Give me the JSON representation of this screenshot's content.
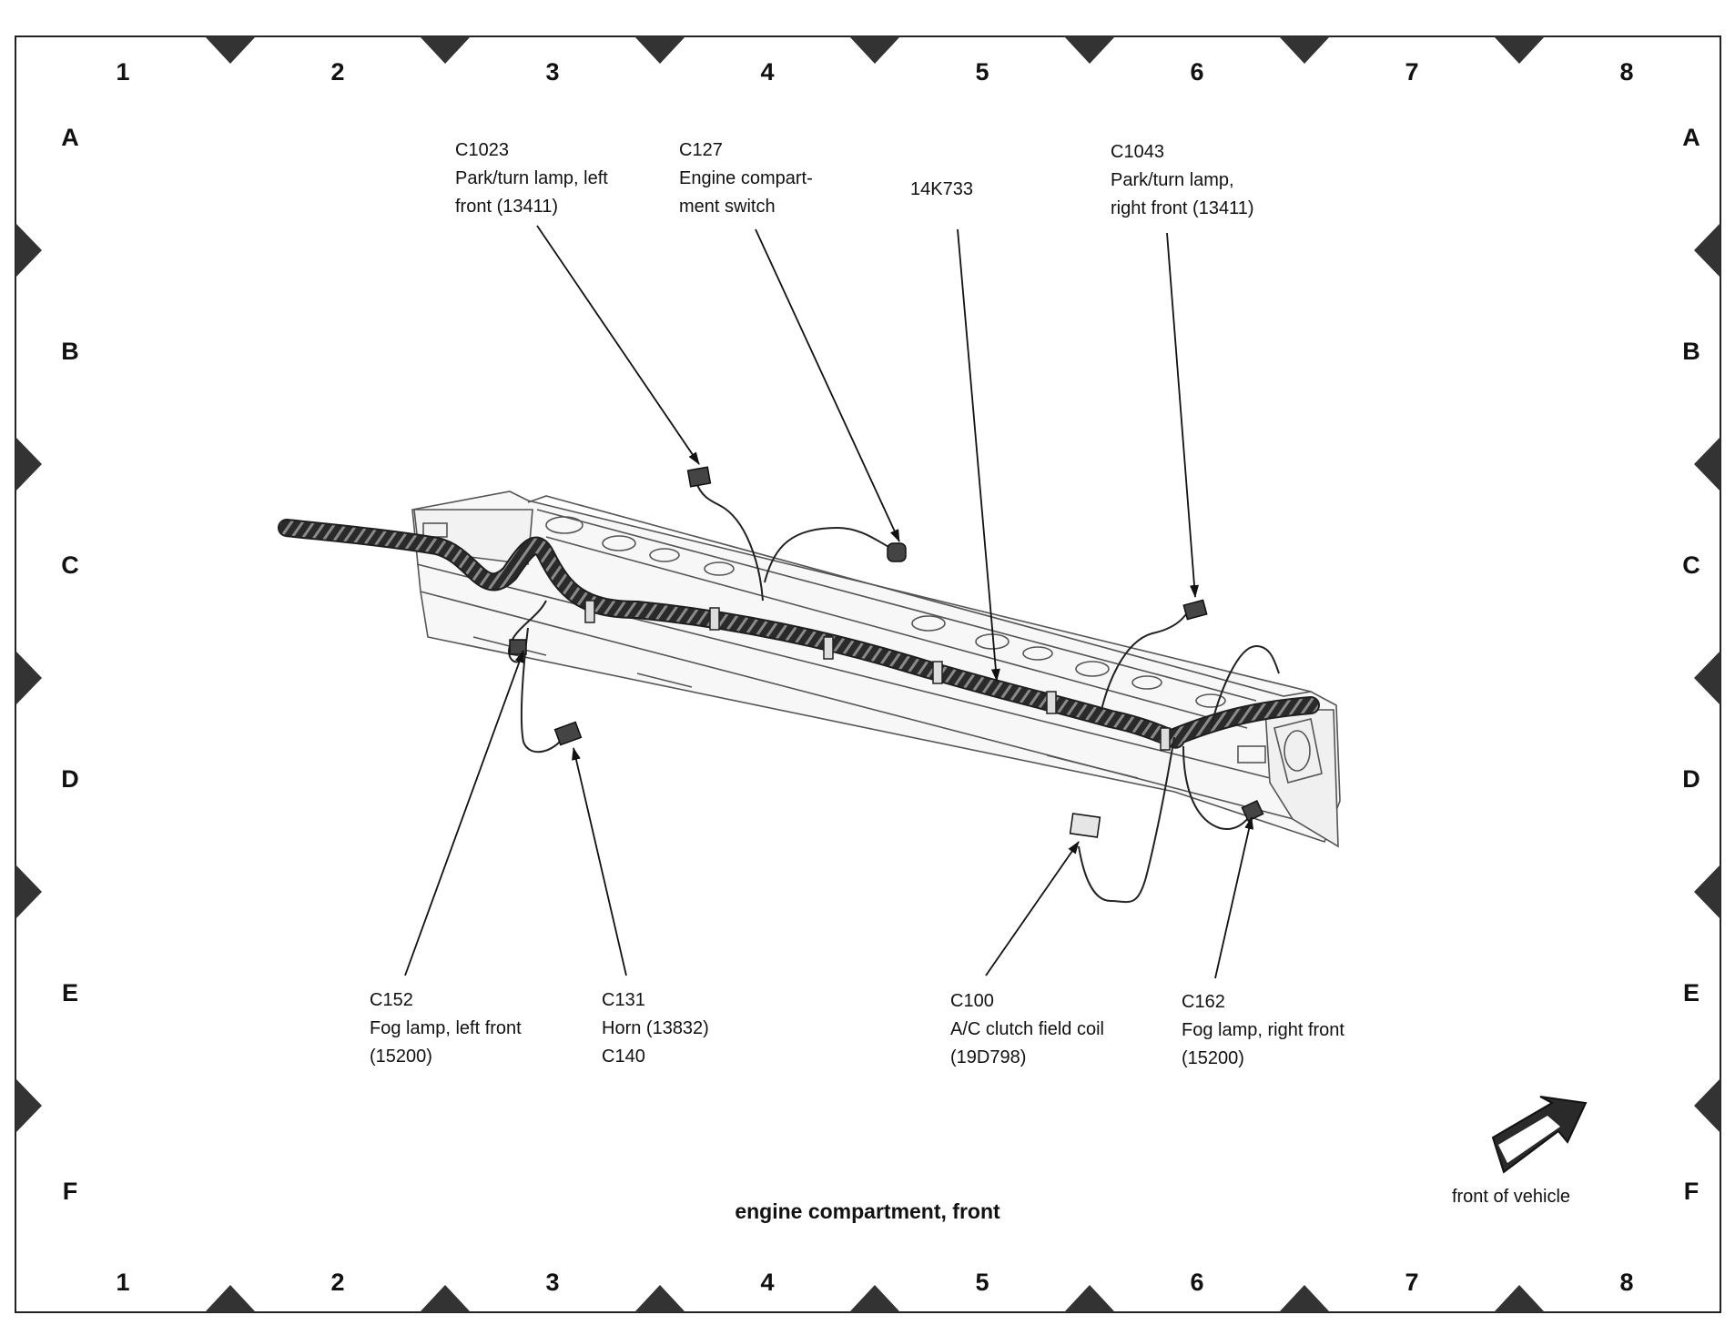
{
  "grid": {
    "columns": [
      "1",
      "2",
      "3",
      "4",
      "5",
      "6",
      "7",
      "8"
    ],
    "rows": [
      "A",
      "B",
      "C",
      "D",
      "E",
      "F"
    ]
  },
  "callouts": [
    {
      "id": "c1023",
      "lines": [
        "C1023",
        "Park/turn lamp, left",
        "front (13411)"
      ]
    },
    {
      "id": "c127",
      "lines": [
        "C127",
        "Engine compart-",
        "ment switch"
      ]
    },
    {
      "id": "14k733",
      "lines": [
        "14K733"
      ]
    },
    {
      "id": "c1043",
      "lines": [
        "C1043",
        "Park/turn lamp,",
        "right front (13411)"
      ]
    },
    {
      "id": "c152",
      "lines": [
        "C152",
        "Fog lamp, left front",
        "(15200)"
      ]
    },
    {
      "id": "c131",
      "lines": [
        "C131",
        "Horn (13832)",
        "C140"
      ]
    },
    {
      "id": "c100",
      "lines": [
        "C100",
        "A/C clutch field coil",
        "(19D798)"
      ]
    },
    {
      "id": "c162",
      "lines": [
        "C162",
        "Fog lamp, right front",
        "(15200)"
      ]
    }
  ],
  "caption": "engine compartment, front",
  "direction_label": "front of vehicle"
}
